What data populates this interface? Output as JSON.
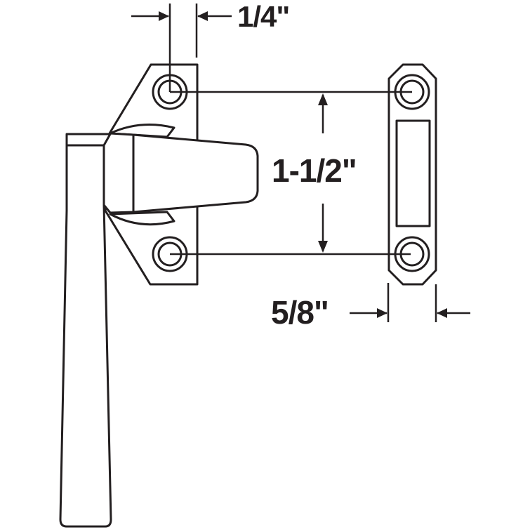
{
  "diagram": {
    "subject": "Window sash lock with keeper",
    "line_color": "#231f20",
    "background": "#ffffff",
    "dimensions": {
      "hole_offset": "1/4\"",
      "hole_spacing": "1-1/2\"",
      "keeper_width": "5/8\""
    },
    "parts": [
      {
        "name": "latch-body",
        "label": ""
      },
      {
        "name": "handle",
        "label": ""
      },
      {
        "name": "keeper",
        "label": ""
      }
    ]
  }
}
